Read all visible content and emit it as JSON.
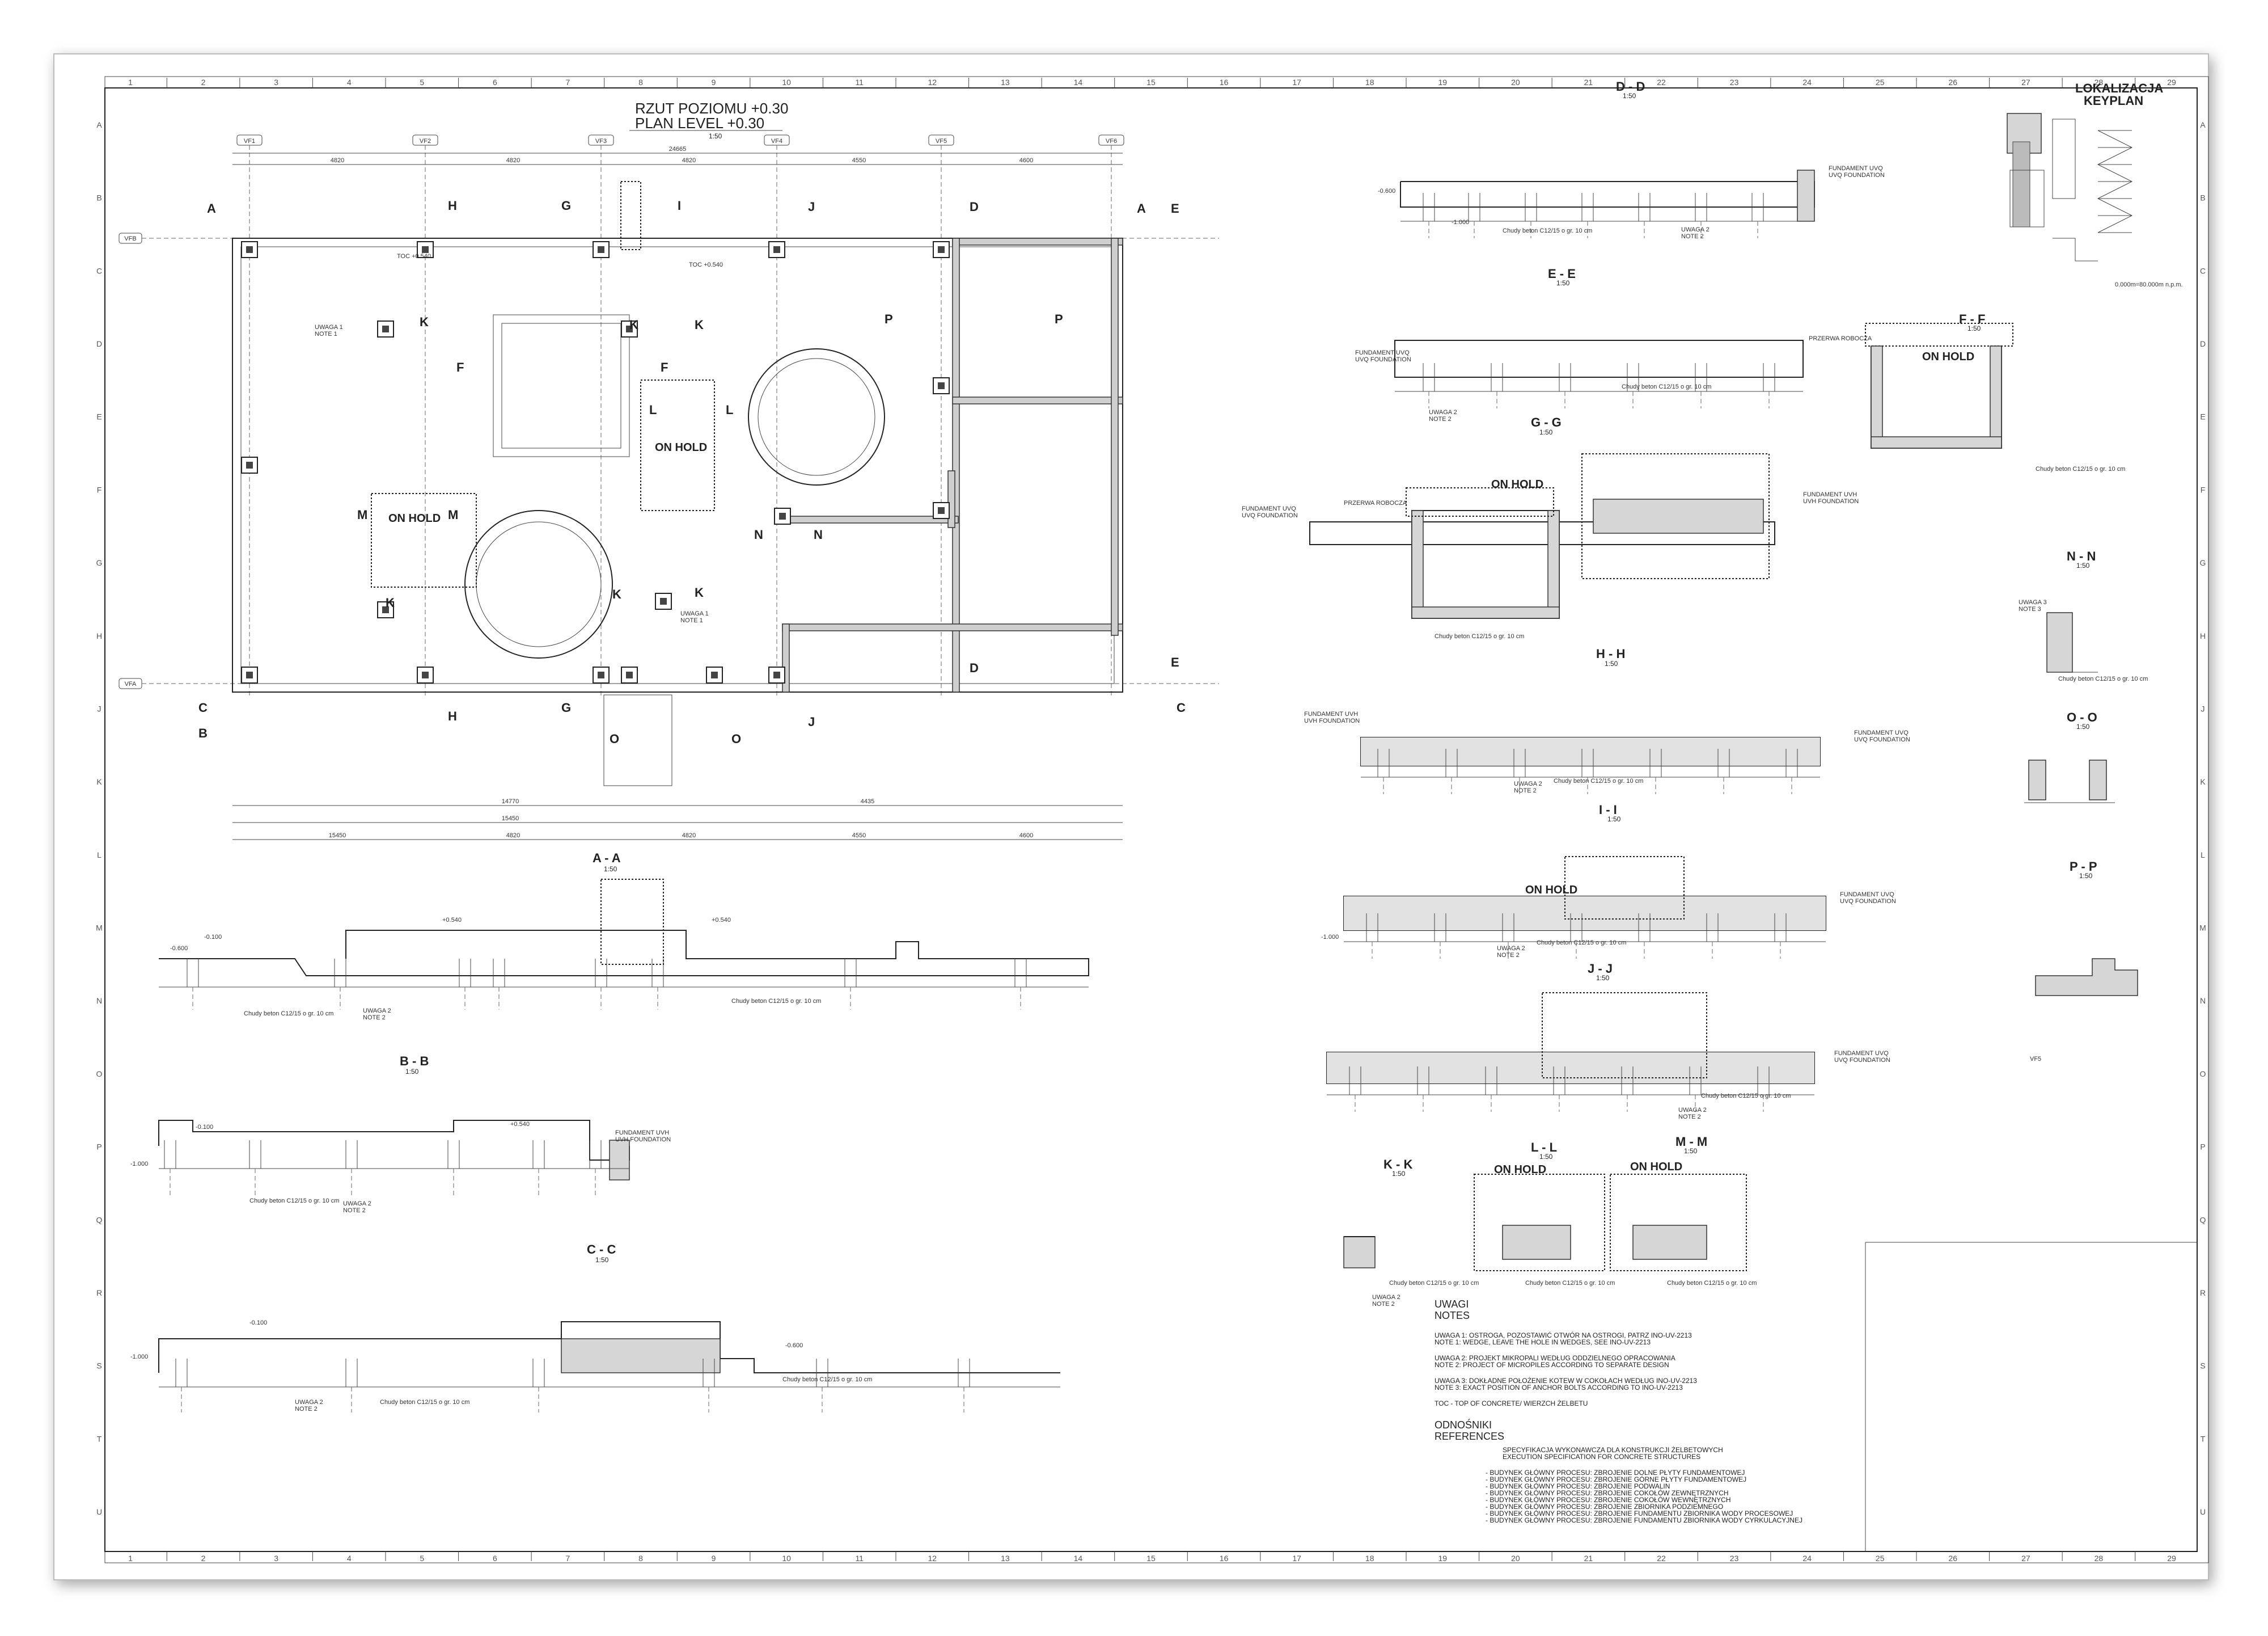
{
  "plan": {
    "title_pl": "RZUT POZIOMU +0.30",
    "title_en": "PLAN LEVEL +0.30",
    "scale": "1:50",
    "axes_top": [
      "VF1",
      "VF2",
      "VF3",
      "VF4",
      "VF5",
      "VF6"
    ],
    "axes_left": [
      "VFB",
      "VFA"
    ],
    "on_hold": "ON HOLD",
    "toc": "TOC +0.540",
    "note": "UWAGA 1",
    "note_en": "NOTE 1",
    "dims_top": [
      "24665",
      "4820",
      "4820",
      "4820",
      "4550",
      "4600"
    ],
    "dims_bottom": [
      "14770",
      "4435",
      "15450",
      "4820",
      "4820",
      "4550",
      "4600"
    ],
    "section_marks": [
      "A",
      "B",
      "C",
      "D",
      "E",
      "F",
      "G",
      "H",
      "I",
      "J",
      "K",
      "L",
      "M",
      "N",
      "O",
      "P"
    ]
  },
  "sections": {
    "aa": {
      "title": "A - A",
      "scale": "1:50"
    },
    "bb": {
      "title": "B - B",
      "scale": "1:50"
    },
    "cc": {
      "title": "C - C",
      "scale": "1:50"
    },
    "dd": {
      "title": "D - D",
      "scale": "1:50"
    },
    "ee": {
      "title": "E - E",
      "scale": "1:50"
    },
    "ff": {
      "title": "F - F",
      "scale": "1:50"
    },
    "gg": {
      "title": "G - G",
      "scale": "1:50"
    },
    "hh": {
      "title": "H - H",
      "scale": "1:50"
    },
    "ii": {
      "title": "I - I",
      "scale": "1:50"
    },
    "jj": {
      "title": "J - J",
      "scale": "1:50"
    },
    "kk": {
      "title": "K - K",
      "scale": "1:50"
    },
    "ll": {
      "title": "L - L",
      "scale": "1:50"
    },
    "mm": {
      "title": "M - M",
      "scale": "1:50"
    },
    "nn": {
      "title": "N - N",
      "scale": "1:50"
    },
    "oo": {
      "title": "O - O",
      "scale": "1:50"
    },
    "pp": {
      "title": "P - P",
      "scale": "1:50"
    }
  },
  "labels": {
    "chudy": "Chudy beton C12/15 o gr. 10 cm",
    "uwaga2": "UWAGA 2",
    "note2": "NOTE 2",
    "uwaga3": "UWAGA 3",
    "note3": "NOTE 3",
    "fund_uvq": "FUNDAMENT UVQ",
    "fund_uvq_en": "UVQ FOUNDATION",
    "fund_uvh": "FUNDAMENT UVH",
    "fund_uvh_en": "UVH FOUNDATION",
    "przerwa": "PRZERWA ROBOCZA",
    "lev_p054": "+0.540",
    "lev_m01": "-0.100",
    "lev_m1": "-1.000",
    "lev_m06": "-0.600"
  },
  "keyplan": {
    "title_pl": "LOKALIZACJA",
    "title_en": "KEYPLAN",
    "ref": "0.000m=80.000m n.p.m."
  },
  "notes": {
    "title_pl": "UWAGI",
    "title_en": "NOTES",
    "lines": [
      "UWAGA 1: OSTROGA, POZOSTAWIĆ OTWÓR NA OSTROGI, PATRZ INO-UV-2213",
      "NOTE 1: WEDGE, LEAVE THE HOLE IN WEDGES, SEE INO-UV-2213",
      "UWAGA 2: PROJEKT MIKROPALI WEDŁUG ODDZIELNEGO OPRACOWANIA",
      "NOTE 2: PROJECT OF MICROPILES ACCORDING TO SEPARATE DESIGN",
      "UWAGA 3: DOKŁADNE POŁOŻENIE KOTEW W COKOŁACH WEDŁUG  INO-UV-2213",
      "NOTE 3: EXACT POSITION OF ANCHOR BOLTS ACCORDING TO  INO-UV-2213",
      "TOC - TOP OF CONCRETE/ WIERZCH ŻELBETU"
    ],
    "ref_title_pl": "ODNOŚNIKI",
    "ref_title_en": "REFERENCES",
    "ref_lines": [
      "SPECYFIKACJA WYKONAWCZA DLA KONSTRUKCJI ŻELBETOWYCH",
      "EXECUTION SPECIFICATION FOR CONCRETE STRUCTURES",
      "- BUDYNEK GŁÓWNY PROCESU: ZBROJENIE DOLNE PŁYTY FUNDAMENTOWEJ",
      "- BUDYNEK GŁÓWNY PROCESU: ZBROJENIE GÓRNE PŁYTY FUNDAMENTOWEJ",
      "- BUDYNEK GŁÓWNY PROCESU: ZBROJENIE PODWALIN",
      "- BUDYNEK GŁÓWNY PROCESU: ZBROJENIE COKOŁÓW ZEWNĘTRZNYCH",
      "- BUDYNEK GŁÓWNY PROCESU: ZBROJENIE COKOŁÓW WEWNĘTRZNYCH",
      "- BUDYNEK GŁÓWNY PROCESU: ZBROJENIE ZBIORNIKA PODZIEMNEGO",
      "- BUDYNEK GŁÓWNY PROCESU: ZBROJENIE FUNDAMENTU ZBIORNIKA WODY PROCESOWEJ",
      "- BUDYNEK GŁÓWNY PROCESU: ZBROJENIE FUNDAMENTU ZBIORNIKA WODY CYRKULACYJNEJ"
    ]
  },
  "border": {
    "cols": [
      "1",
      "2",
      "3",
      "4",
      "5",
      "6",
      "7",
      "8",
      "9",
      "10",
      "11",
      "12",
      "13",
      "14",
      "15",
      "16",
      "17",
      "18",
      "19",
      "20",
      "21",
      "22",
      "23",
      "24",
      "25",
      "26",
      "27",
      "28",
      "29"
    ],
    "rows": [
      "A",
      "B",
      "C",
      "D",
      "E",
      "F",
      "G",
      "H",
      "J",
      "K",
      "L",
      "M",
      "N",
      "O",
      "P",
      "Q",
      "R",
      "S",
      "T",
      "U"
    ]
  }
}
